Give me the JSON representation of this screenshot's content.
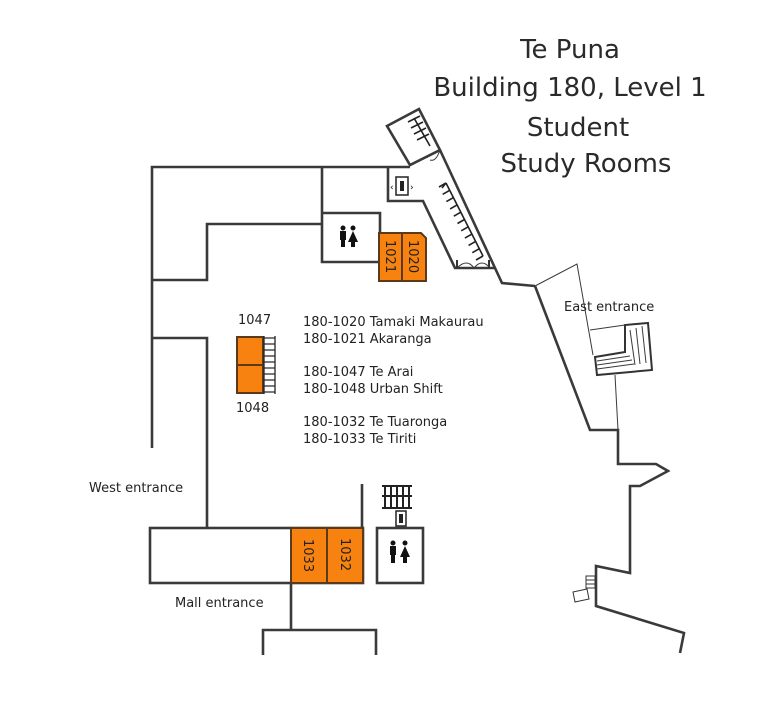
{
  "title": {
    "line1": "Te Puna",
    "line2": "Building 180, Level 1",
    "line3": "Student",
    "line4": "Study Rooms"
  },
  "rooms": [
    {
      "number": "1020",
      "name": "Tamaki Makaurau"
    },
    {
      "number": "1021",
      "name": "Akaranga"
    },
    {
      "number": "1047",
      "name": "Te Arai"
    },
    {
      "number": "1048",
      "name": "Urban Shift"
    },
    {
      "number": "1032",
      "name": "Te Tuaronga"
    },
    {
      "number": "1033",
      "name": "Te Tiriti"
    }
  ],
  "legend": [
    "180-1020 Tamaki Makaurau",
    "180-1021 Akaranga",
    "180-1047 Te Arai",
    "180-1048 Urban Shift",
    "180-1032 Te Tuaronga",
    "180-1033 Te Tiriti"
  ],
  "entrances": {
    "east": "East entrance",
    "west": "West entrance",
    "mall": "Mall entrance"
  },
  "icons": [
    "restroom-icon",
    "lift-icon",
    "stairs-icon"
  ],
  "colors": {
    "study_room": "#f7820f",
    "wall": "#3a3a3a"
  }
}
